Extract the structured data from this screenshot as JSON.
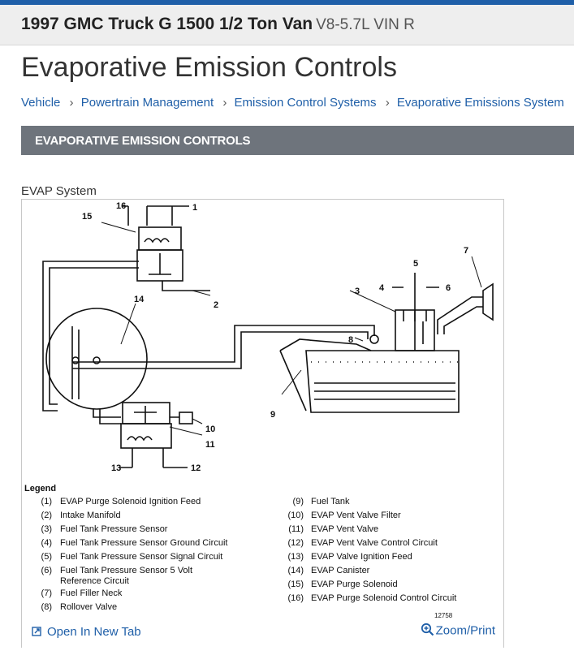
{
  "vehicle": {
    "title": "1997 GMC Truck G 1500 1/2 Ton Van",
    "engine": "V8-5.7L VIN R"
  },
  "page": {
    "title": "Evaporative Emission Controls"
  },
  "breadcrumb": [
    "Vehicle",
    "Powertrain Management",
    "Emission Control Systems",
    "Evaporative Emissions System"
  ],
  "section": {
    "title": "EVAPORATIVE EMISSION CONTROLS"
  },
  "figure": {
    "caption": "EVAP System",
    "number": "12758",
    "callouts": [
      "1",
      "2",
      "3",
      "4",
      "5",
      "6",
      "7",
      "8",
      "9",
      "10",
      "11",
      "12",
      "13",
      "14",
      "15",
      "16"
    ],
    "legend_title": "Legend",
    "legend_left": [
      {
        "num": "(1)",
        "text": "EVAP Purge Solenoid Ignition Feed"
      },
      {
        "num": "(2)",
        "text": "Intake Manifold"
      },
      {
        "num": "(3)",
        "text": "Fuel Tank Pressure Sensor"
      },
      {
        "num": "(4)",
        "text": "Fuel Tank Pressure Sensor Ground Circuit"
      },
      {
        "num": "(5)",
        "text": "Fuel Tank Pressure Sensor Signal Circuit"
      },
      {
        "num": "(6)",
        "text": "Fuel Tank Pressure Sensor 5 Volt Reference Circuit"
      },
      {
        "num": "(7)",
        "text": "Fuel Filler Neck"
      },
      {
        "num": "(8)",
        "text": "Rollover Valve"
      }
    ],
    "legend_right": [
      {
        "num": "(9)",
        "text": "Fuel Tank"
      },
      {
        "num": "(10)",
        "text": "EVAP Vent Valve Filter"
      },
      {
        "num": "(11)",
        "text": "EVAP Vent Valve"
      },
      {
        "num": "(12)",
        "text": "EVAP Vent Valve Control Circuit"
      },
      {
        "num": "(13)",
        "text": "EVAP Valve Ignition Feed"
      },
      {
        "num": "(14)",
        "text": "EVAP Canister"
      },
      {
        "num": "(15)",
        "text": "EVAP Purge Solenoid"
      },
      {
        "num": "(16)",
        "text": "EVAP Purge Solenoid Control Circuit"
      }
    ]
  },
  "actions": {
    "open_tab": "Open In New Tab",
    "zoom_print": "Zoom/Print"
  },
  "icons": {
    "chevron": "chevron-right-icon",
    "open_tab": "open-new-tab-icon",
    "zoom": "zoom-in-icon"
  },
  "colors": {
    "link": "#1f5fa8",
    "section_bar": "#6e747c",
    "header_bg": "#eeeeee",
    "top_accent": "#1f5fa8"
  }
}
